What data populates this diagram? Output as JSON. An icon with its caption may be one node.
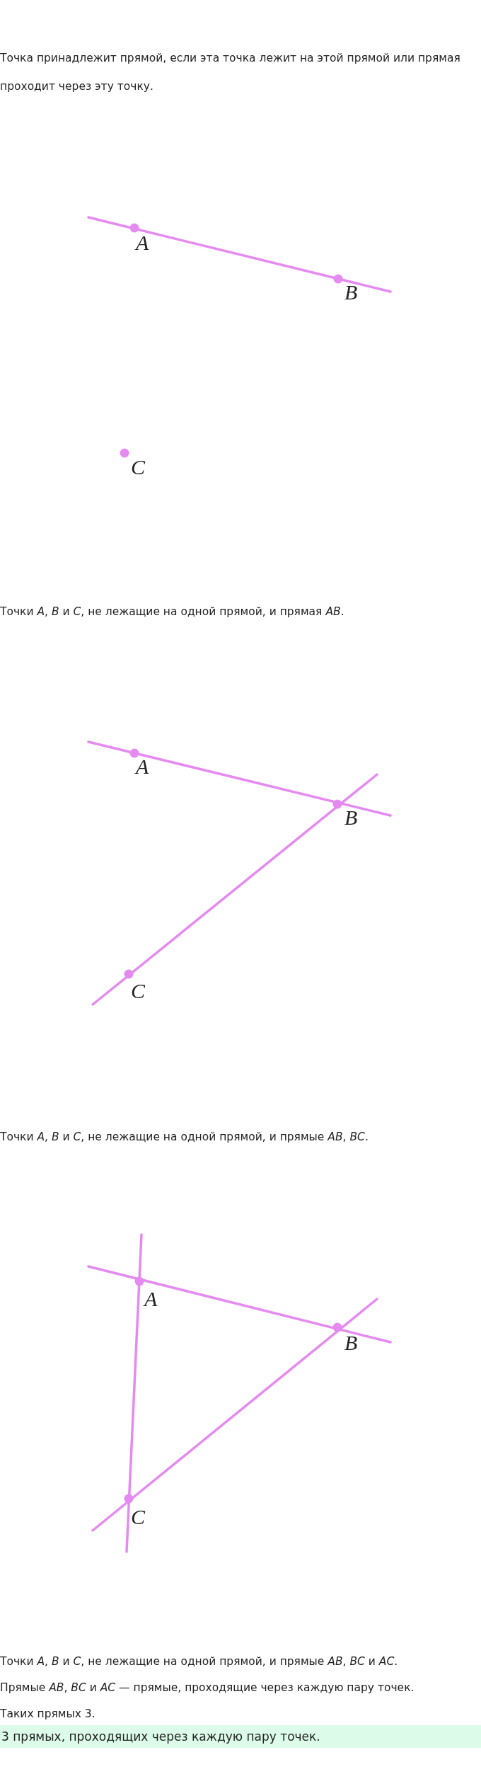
{
  "diagram": {
    "labels": [
      "Точка принадлежит прямой, если эта точка лежит на этой прямой или прямая проходит через эту точку.",
      "A",
      "B",
      "C",
      "Точки *A*, *B* и *C*, не лежащие на одной прямой, и прямая *AB*.",
      "A",
      "B",
      "C",
      "Точки *A*, *B* и *C*, не лежащие на одной прямой, и прямые *AB*, *BC*.",
      "A",
      "B",
      "C",
      "Точки *A*, *B* и *C*, не лежащие на одной прямой, и прямые *AB*, *BC* и *AC*.",
      "Прямые *AB*, *BC* и *AC* — прямые, проходящие через каждую пару точек.",
      "Таких прямых 3.",
      "3 прямых, проходящих через каждую пару точек."
    ]
  }
}
